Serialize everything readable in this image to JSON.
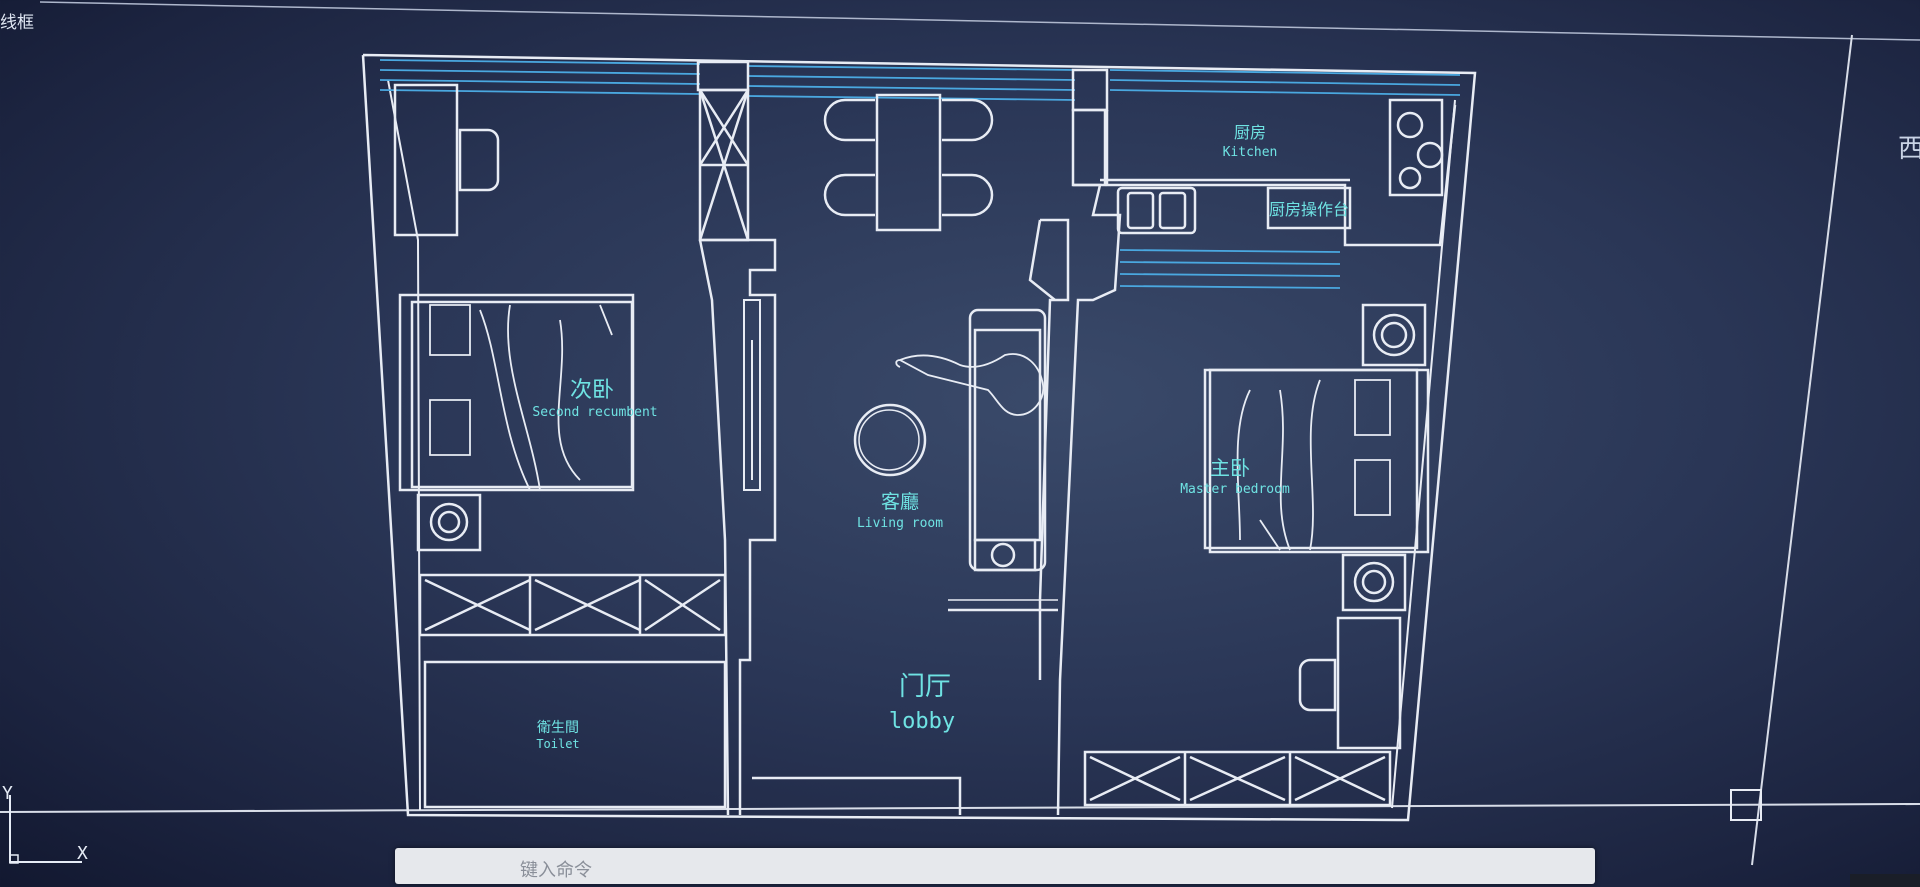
{
  "viewport_label": "线框",
  "rooms": {
    "second_bedroom": {
      "cn": "次卧",
      "en": "Second recumbent"
    },
    "kitchen": {
      "cn": "厨房",
      "en": "Kitchen"
    },
    "kitchen_counter": {
      "cn": "厨房操作台"
    },
    "living_room": {
      "cn": "客廳",
      "en": "Living room"
    },
    "master_bedroom": {
      "cn": "主卧",
      "en": "Master bedroom"
    },
    "lobby": {
      "cn": "门厅",
      "en": "lobby"
    },
    "toilet": {
      "cn": "衛生間",
      "en": "Toilet"
    }
  },
  "command_line": {
    "placeholder": "键入命令",
    "close": "✕",
    "tool": "🔧"
  },
  "axis": {
    "y": "Y",
    "x": "X"
  },
  "right_glyph": "西",
  "colors": {
    "background": "#2a3656",
    "lines": "#e8ecf4",
    "labels": "#6fe3e3",
    "window_lines": "#4aa8e0"
  }
}
